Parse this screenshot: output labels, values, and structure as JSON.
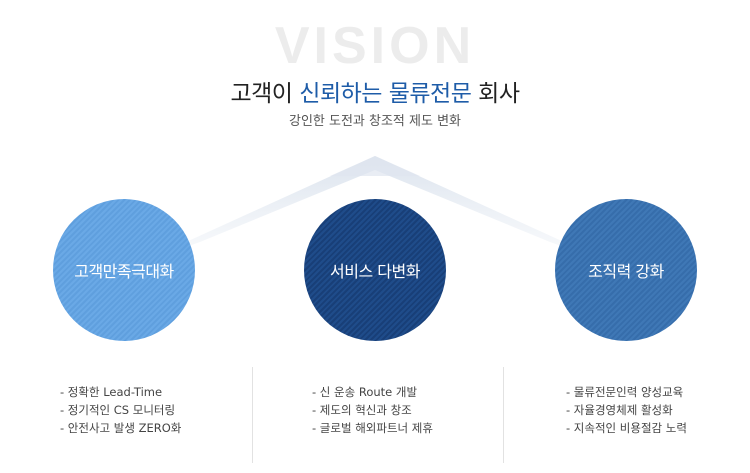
{
  "watermark": "VISION",
  "title": {
    "part1": "고객이 ",
    "highlight": "신뢰하는 물류전문",
    "part2": " 회사"
  },
  "subtitle": "강인한 도전과 창조적 제도 변화",
  "circles": [
    {
      "label": "고객만족극대화",
      "color": "#6aa9e6"
    },
    {
      "label": "서비스 다변화",
      "color": "#1f4c8a"
    },
    {
      "label": "조직력 강화",
      "color": "#3f78b6"
    }
  ],
  "columns": [
    {
      "items": [
        "- 정확한 Lead-Time",
        "- 정기적인 CS 모니터링",
        "- 안전사고 발생 ZERO화"
      ]
    },
    {
      "items": [
        "- 신 운송 Route 개발",
        "- 제도의 혁신과 창조",
        "- 글로벌 해외파트너 제휴"
      ]
    },
    {
      "items": [
        "- 물류전문인력 양성교육",
        "- 자율경영체제 활성화",
        "- 지속적인 비용절감 노력"
      ]
    }
  ]
}
